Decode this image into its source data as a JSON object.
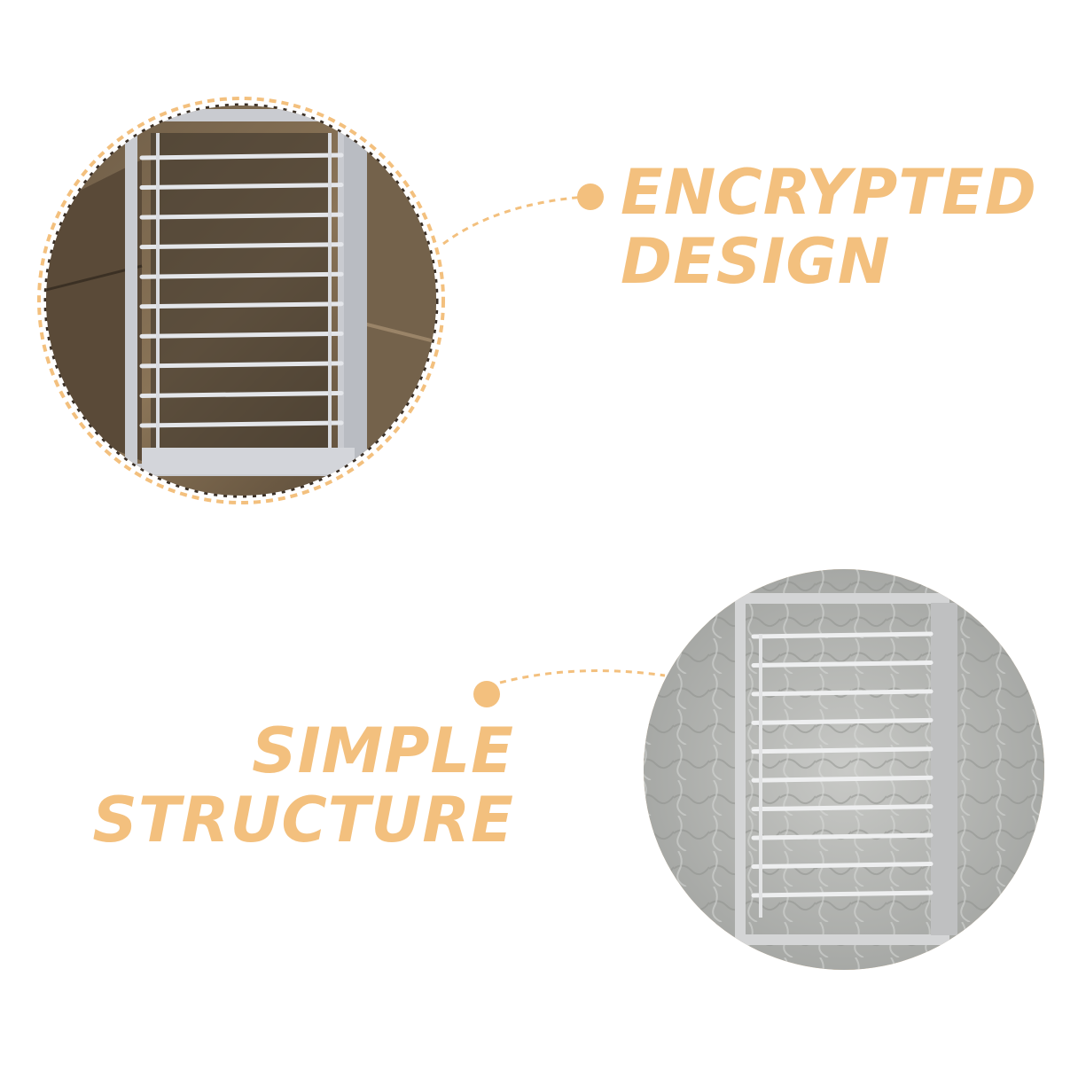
{
  "accent_color": "#F3C07E",
  "features": [
    {
      "line1": "ENCRYPTED",
      "line2": "DESIGN",
      "photo": "folding rack with horizontal metal rods on cardboard background",
      "bar_count": 10
    },
    {
      "line1": "SIMPLE",
      "line2": "STRUCTURE",
      "photo": "white metal frame rack with horizontal rods on grey fabric background",
      "bar_count": 10
    }
  ],
  "icons": [
    "connector-dot-icon",
    "dashed-leader-line"
  ]
}
